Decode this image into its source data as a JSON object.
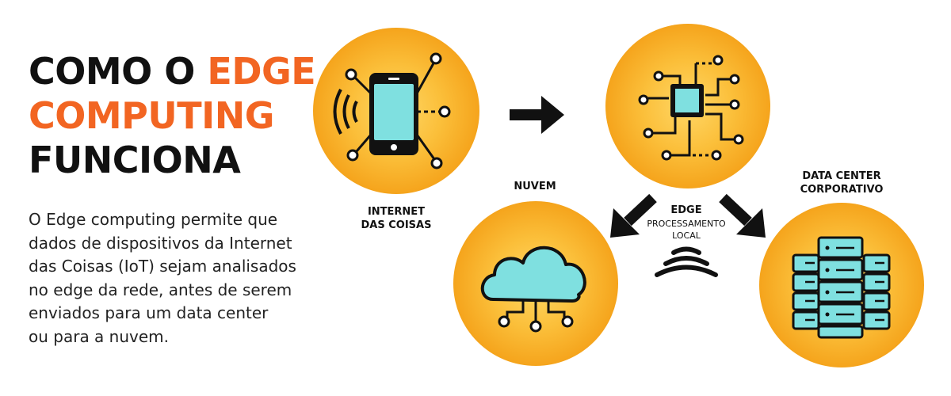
{
  "title": {
    "line1": "COMO O ",
    "line1_accent": "EDGE",
    "line2": "COMPUTING",
    "line3": "FUNCIONA"
  },
  "description": [
    "O Edge computing permite que",
    "dados de dispositivos da Internet",
    "das Coisas (IoT) sejam analisados",
    "no edge da rede, antes de serem",
    "enviados para um data center",
    "ou para a nuvem."
  ],
  "nodes": {
    "iot": {
      "line1": "INTERNET",
      "line2": "DAS COISAS",
      "icon": "smartphone-icon"
    },
    "edge": {
      "label": "EDGE",
      "sub1": "PROCESSAMENTO",
      "sub2": "LOCAL",
      "icon": "chip-icon"
    },
    "cloud": {
      "label": "NUVEM",
      "icon": "cloud-icon"
    },
    "datacenter": {
      "line1": "DATA CENTER",
      "line2": "CORPORATIVO",
      "icon": "server-rack-icon"
    }
  },
  "colors": {
    "accent": "#f26522",
    "circle_center": "#ffd766",
    "circle_edge": "#f5a41c",
    "icon_fill": "#7fe0e0",
    "ink": "#111111"
  }
}
